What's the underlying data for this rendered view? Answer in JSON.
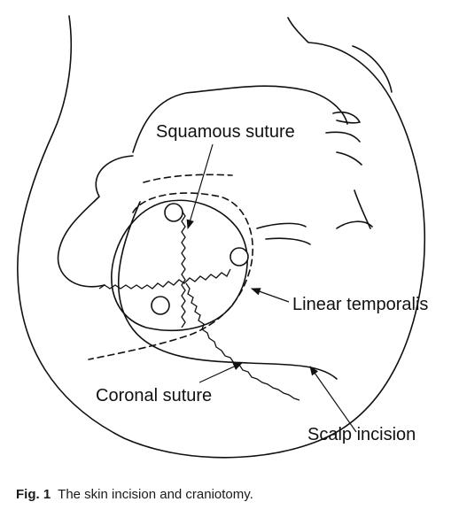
{
  "labels": {
    "squamous_suture": "Squamous suture",
    "linear_temporalis": "Linear temporalis",
    "coronal_suture": "Coronal suture",
    "scalp_incision": "Scalp incision"
  },
  "caption": {
    "figure_number": "Fig. 1",
    "text": "The skin incision and craniotomy."
  }
}
